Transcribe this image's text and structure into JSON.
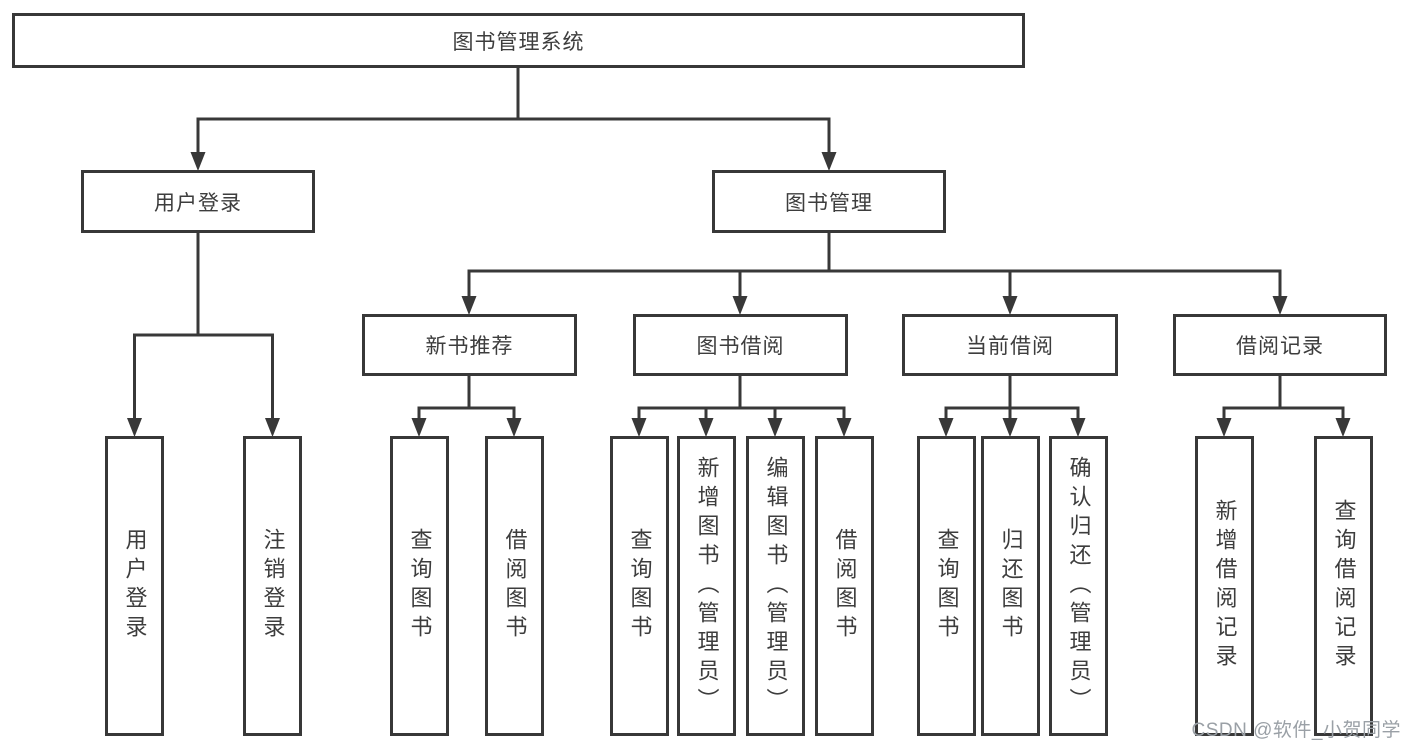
{
  "diagram_type": "feature-tree",
  "tree": {
    "root": {
      "label": "图书管理系统"
    },
    "branches": [
      {
        "label": "用户登录",
        "children": [
          {
            "label": "用户登录"
          },
          {
            "label": "注销登录"
          }
        ]
      },
      {
        "label": "图书管理",
        "children": [
          {
            "label": "新书推荐",
            "children": [
              {
                "label": "查询图书"
              },
              {
                "label": "借阅图书"
              }
            ]
          },
          {
            "label": "图书借阅",
            "children": [
              {
                "label": "查询图书"
              },
              {
                "label": "新增图书（管理员）"
              },
              {
                "label": "编辑图书（管理员）"
              },
              {
                "label": "借阅图书"
              }
            ]
          },
          {
            "label": "当前借阅",
            "children": [
              {
                "label": "查询图书"
              },
              {
                "label": "归还图书"
              },
              {
                "label": "确认归还（管理员）"
              }
            ]
          },
          {
            "label": "借阅记录",
            "children": [
              {
                "label": "新增借阅记录"
              },
              {
                "label": "查询借阅记录"
              }
            ]
          }
        ]
      }
    ]
  },
  "watermark": {
    "text": "CSDN @软件_小贺同学"
  },
  "colors": {
    "line": "#383838",
    "node_border": "#383838",
    "node_fill": "#ffffff",
    "node_text": "#3d3d3d",
    "watermark": "#9aa0a6",
    "page_bg": "#ffffff"
  }
}
